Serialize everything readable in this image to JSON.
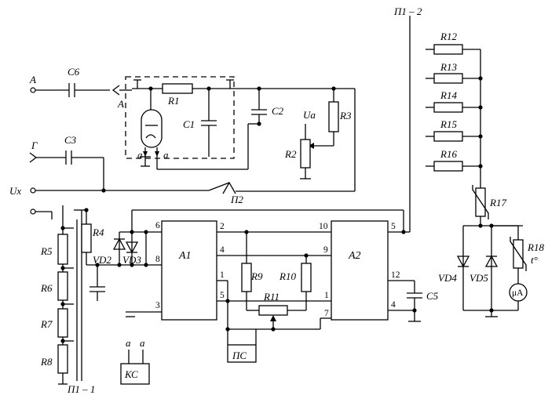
{
  "terminals": {
    "A": "A",
    "A_arrow": "A",
    "G": "Г",
    "Ux": "Ux",
    "P1_2": "П1 – 2",
    "P1_1": "П1 – 1",
    "P2": "П2",
    "Ua": "Ua"
  },
  "capacitors": {
    "C1": "C1",
    "C2": "C2",
    "C3": "C3",
    "C5": "C5",
    "C6": "C6"
  },
  "resistors": {
    "R1": "R1",
    "R2": "R2",
    "R3": "R3",
    "R4": "R4",
    "R5": "R5",
    "R6": "R6",
    "R7": "R7",
    "R8": "R8",
    "R9": "R9",
    "R10": "R10",
    "R11": "R11",
    "R12": "R12",
    "R13": "R13",
    "R14": "R14",
    "R15": "R15",
    "R16": "R16",
    "R17": "R17",
    "R18": "R18",
    "t": "t°"
  },
  "diodes": {
    "VD2": "VD2",
    "VD3": "VD3",
    "VD4": "VD4",
    "VD5": "VD5"
  },
  "blocks": {
    "A1": "A1",
    "A2": "A2",
    "PS": "ПС",
    "KS": "КС",
    "meter": "μA"
  },
  "tube_labels": {
    "a_left": "a",
    "a_right": "a",
    "ks_a1": "a",
    "ks_a2": "a"
  },
  "pins": {
    "a1_6": "6",
    "a1_8": "8",
    "a1_3": "3",
    "a1_2": "2",
    "a1_4": "4",
    "a1_1": "1",
    "a1_5": "5",
    "a2_10": "10",
    "a2_9": "9",
    "a2_1": "1",
    "a2_7": "7",
    "a2_5": "5",
    "a2_12": "12",
    "a2_4": "4"
  }
}
